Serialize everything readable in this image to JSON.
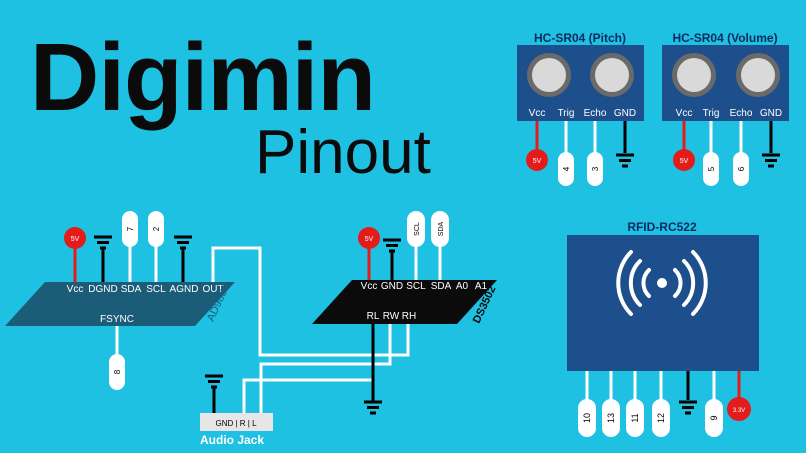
{
  "title": "Digimin",
  "subtitle": "Pinout",
  "colors": {
    "background": "#1ec1e1",
    "module_blue": "#1d4f8c",
    "ad9833_body": "#1b5d79",
    "ds3502_body": "#0b0b0b",
    "power_red": "#e41b1b",
    "wire_white": "#ffffff",
    "wire_black": "#000000"
  },
  "hc_pitch": {
    "title": "HC-SR04 (Pitch)",
    "pins": [
      "Vcc",
      "Trig",
      "Echo",
      "GND"
    ],
    "vcc_badge": "5V",
    "trig_num": "4",
    "echo_num": "3"
  },
  "hc_volume": {
    "title": "HC-SR04 (Volume)",
    "pins": [
      "Vcc",
      "Trig",
      "Echo",
      "GND"
    ],
    "vcc_badge": "5V",
    "trig_num": "5",
    "echo_num": "6"
  },
  "ad9833": {
    "name": "AD9833",
    "pins": [
      "Vcc",
      "DGND",
      "SDA",
      "SCL",
      "AGND",
      "OUT"
    ],
    "fsync": "FSYNC",
    "vcc_badge": "5V",
    "sda_num": "7",
    "scl_num": "2",
    "fsync_num": "8"
  },
  "ds3502": {
    "name": "DS3502",
    "top_pins": [
      "Vcc",
      "GND",
      "SCL",
      "SDA",
      "A0",
      "A1"
    ],
    "bottom_pins": [
      "RL",
      "RW",
      "RH"
    ],
    "vcc_badge": "5V",
    "scl_label": "SCL",
    "sda_label": "SDA"
  },
  "audio_jack": {
    "label": "Audio Jack",
    "pins_text": "GND | R | L"
  },
  "rfid": {
    "title": "RFID-RC522",
    "pin_nums": [
      "10",
      "13",
      "11",
      "12",
      "9"
    ],
    "power_badge": "3.3V",
    "icon": "nfc-wireless-icon"
  }
}
